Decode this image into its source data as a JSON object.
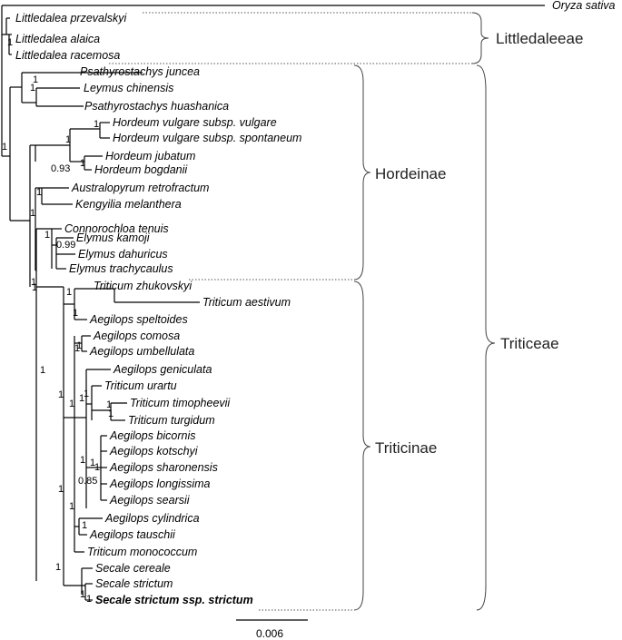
{
  "taxa": [
    {
      "name": "Oryza sativa"
    },
    {
      "name": "Littledalea przevalskyi"
    },
    {
      "name": "Littledalea alaica"
    },
    {
      "name": "Littledalea racemosa"
    },
    {
      "name": "Psathyrostachys juncea"
    },
    {
      "name": "Leymus chinensis"
    },
    {
      "name": "Psathyrostachys huashanica"
    },
    {
      "name": "Hordeum vulgare subsp. vulgare"
    },
    {
      "name": "Hordeum vulgare subsp. spontaneum"
    },
    {
      "name": "Hordeum jubatum"
    },
    {
      "name": "Hordeum bogdanii"
    },
    {
      "name": "Australopyrum retrofractum"
    },
    {
      "name": "Kengyilia melanthera"
    },
    {
      "name": "Connorochloa tenuis"
    },
    {
      "name": "Elymus kamoji"
    },
    {
      "name": "Elymus dahuricus"
    },
    {
      "name": "Elymus trachycaulus"
    },
    {
      "name": "Triticum zhukovskyi"
    },
    {
      "name": "Triticum aestivum"
    },
    {
      "name": "Aegilops speltoides"
    },
    {
      "name": "Aegilops comosa"
    },
    {
      "name": "Aegilops umbellulata"
    },
    {
      "name": "Aegilops geniculata"
    },
    {
      "name": "Triticum urartu"
    },
    {
      "name": "Triticum timopheevii"
    },
    {
      "name": "Triticum turgidum"
    },
    {
      "name": "Aegilops bicornis"
    },
    {
      "name": "Aegilops kotschyi"
    },
    {
      "name": "Aegilops sharonensis"
    },
    {
      "name": "Aegilops longissima"
    },
    {
      "name": "Aegilops searsii"
    },
    {
      "name": "Aegilops cylindrica"
    },
    {
      "name": "Aegilops tauschii"
    },
    {
      "name": "Triticum monococcum"
    },
    {
      "name": "Secale cereale"
    },
    {
      "name": "Secale strictum"
    },
    {
      "name": "Secale strictum ssp. strictum",
      "bold": true
    }
  ],
  "support_values": [
    "1",
    "1",
    "1",
    "1",
    "1",
    "1",
    "1",
    "1",
    "1",
    "0.93",
    "1",
    "1",
    "1",
    "0.99",
    "1",
    "1",
    "1",
    "1",
    "1",
    "1",
    "1",
    "1",
    "1",
    "1",
    "1",
    "1",
    "1",
    "1",
    "0.85",
    "1",
    "1",
    "1",
    "1",
    "1",
    "1"
  ],
  "groups": [
    "Littledaleeae",
    "Hordeinae",
    "Triticeae",
    "Triticinae"
  ],
  "scale_bar": {
    "label": "0.006"
  }
}
